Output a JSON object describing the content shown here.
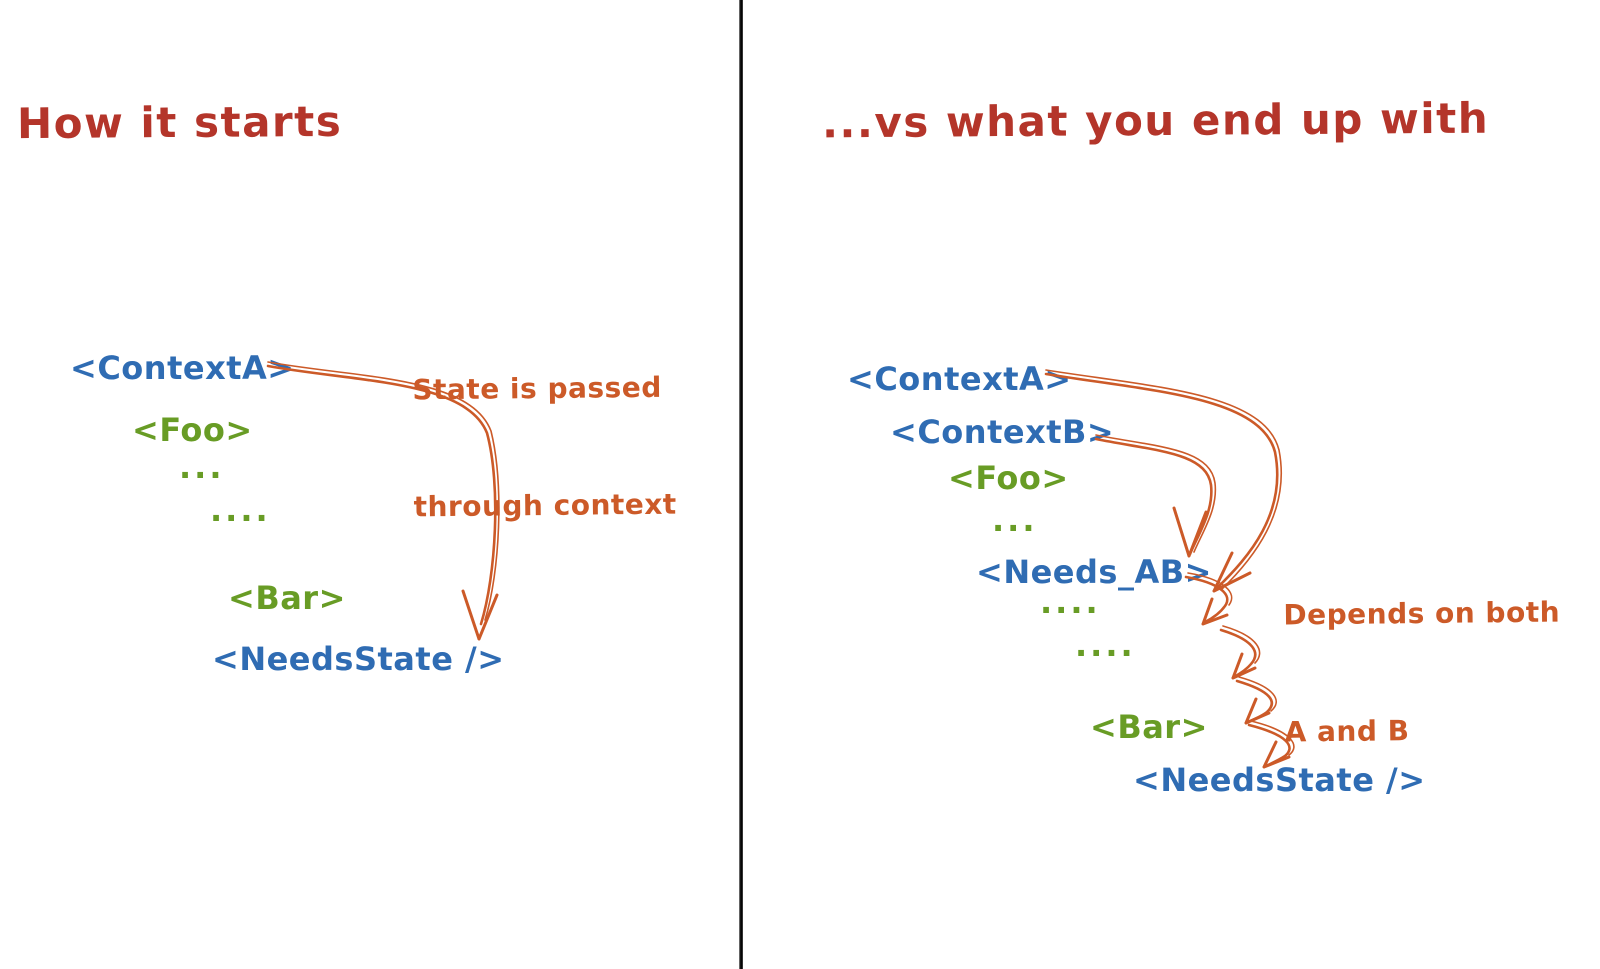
{
  "colors": {
    "red": "#b4352a",
    "blue": "#2f6cb3",
    "green": "#689c25",
    "orange": "#cc5a28"
  },
  "left_panel": {
    "title": "How it starts",
    "annotation": {
      "line1": "State is passed",
      "line2": "through context"
    },
    "tree": [
      {
        "label": "<ContextA>",
        "color": "blue"
      },
      {
        "label": "<Foo>",
        "color": "green"
      },
      {
        "label": "...",
        "color": "green"
      },
      {
        "label": "....",
        "color": "green"
      },
      {
        "label": "<Bar>",
        "color": "green"
      },
      {
        "label": "<NeedsState />",
        "color": "blue"
      }
    ]
  },
  "right_panel": {
    "title": "...vs what you end up with",
    "annotation": {
      "line1": "Depends on both",
      "line2": "A and B"
    },
    "tree": [
      {
        "label": "<ContextA>",
        "color": "blue"
      },
      {
        "label": "<ContextB>",
        "color": "blue"
      },
      {
        "label": "<Foo>",
        "color": "green"
      },
      {
        "label": "...",
        "color": "green"
      },
      {
        "label": "<Needs_AB>",
        "color": "blue"
      },
      {
        "label": "....",
        "color": "green"
      },
      {
        "label": "....",
        "color": "green"
      },
      {
        "label": "<Bar>",
        "color": "green"
      },
      {
        "label": "<NeedsState />",
        "color": "blue"
      }
    ]
  }
}
